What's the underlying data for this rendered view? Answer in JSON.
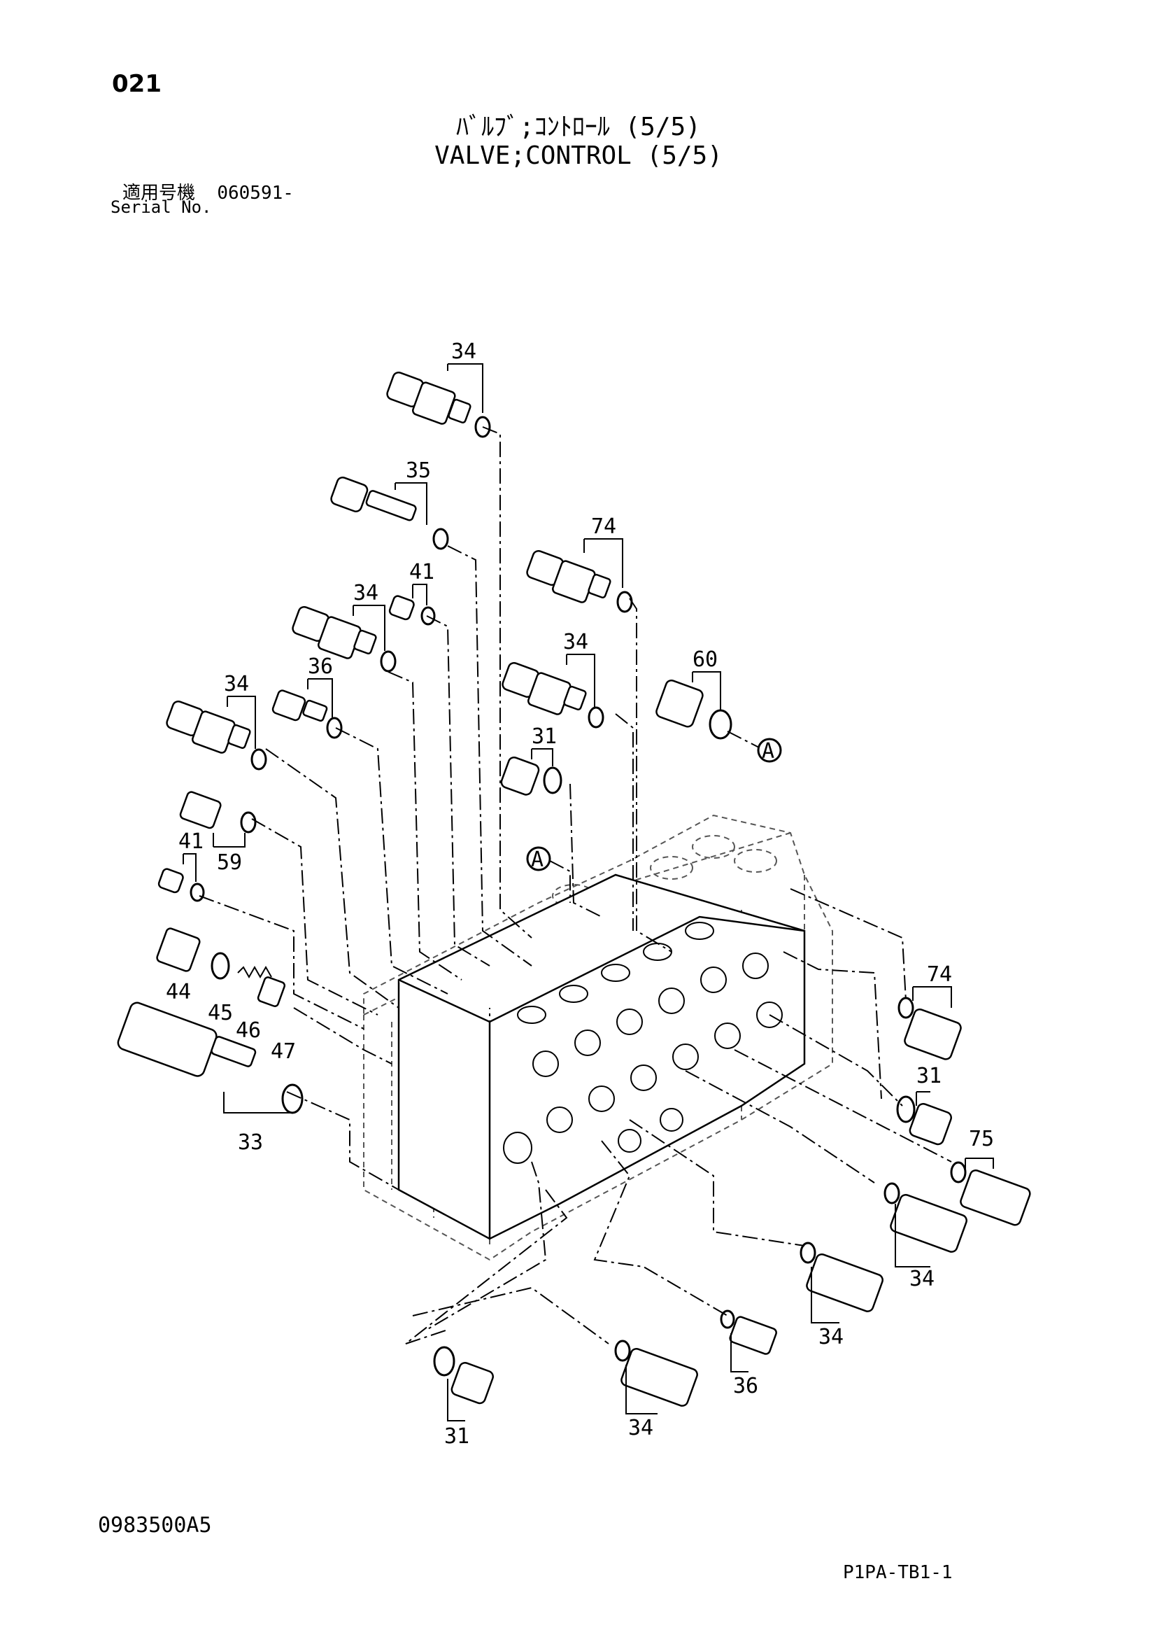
{
  "header": {
    "page_number": "021",
    "title_jp": "ﾊﾞﾙﾌﾞ;ｺﾝﾄﾛｰﾙ (5/5)",
    "title_en": "VALVE;CONTROL (5/5)",
    "serial_label_jp": "適用号機",
    "serial_value": "060591-",
    "serial_label_en": "Serial No."
  },
  "callouts": [
    "34",
    "35",
    "74",
    "41",
    "34",
    "34",
    "36",
    "60",
    "34",
    "31",
    "41",
    "59",
    "44",
    "45",
    "46",
    "47",
    "33",
    "74",
    "31",
    "75",
    "34",
    "34",
    "36",
    "31",
    "34"
  ],
  "reference_marks": [
    "A",
    "A"
  ],
  "footer": {
    "doc_code": "0983500A5",
    "sheet_code": "P1PA-TB1-1"
  }
}
